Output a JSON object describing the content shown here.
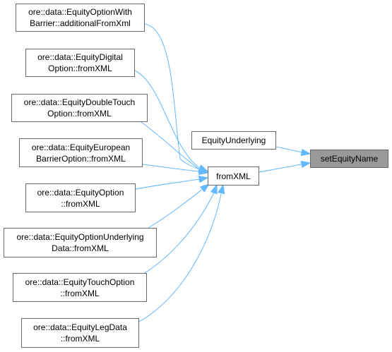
{
  "colors": {
    "edge": "#63b8ff",
    "node_border": "#666666",
    "target_fill": "#999999"
  },
  "nodes": {
    "n1": [
      "ore::data::EquityOptionWith",
      "Barrier::additionalFromXml"
    ],
    "n2": [
      "ore::data::EquityDigital",
      "Option::fromXML"
    ],
    "n3": [
      "ore::data::EquityDoubleTouch",
      "Option::fromXML"
    ],
    "n4": [
      "ore::data::EquityEuropean",
      "BarrierOption::fromXML"
    ],
    "n5": [
      "ore::data::EquityOption",
      "::fromXML"
    ],
    "n6": [
      "ore::data::EquityOptionUnderlying",
      "Data::fromXML"
    ],
    "n7": [
      "ore::data::EquityTouchOption",
      "::fromXML"
    ],
    "n8": [
      "ore::data::EquityLegData",
      "::fromXML"
    ],
    "fromxml": [
      "fromXML"
    ],
    "underlying": [
      "EquityUnderlying"
    ],
    "target": [
      "setEquityName"
    ]
  }
}
